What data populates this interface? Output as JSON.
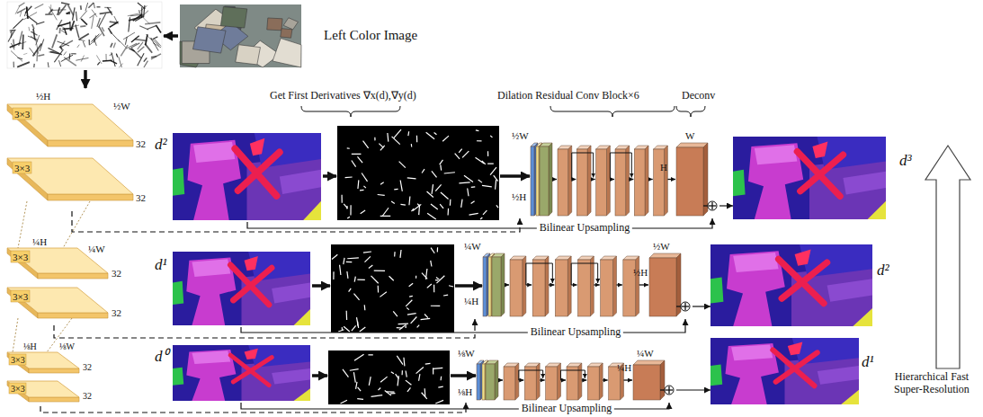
{
  "diagram": {
    "nodes": [
      {
        "text": [
          "Left Color Image"
        ]
      },
      {
        "text": [
          "½H",
          "½W",
          "3×3",
          "3×3",
          "32",
          "32"
        ]
      },
      {
        "text": [
          "d²"
        ]
      },
      {
        "text": [
          "½W",
          "½H",
          "W",
          "H"
        ]
      },
      {
        "text": [
          "d³"
        ]
      },
      {
        "text": [
          "¼H",
          "¼W",
          "3×3",
          "3×3",
          "32",
          "32"
        ]
      },
      {
        "text": [
          "d¹"
        ]
      },
      {
        "text": [
          "¼W",
          "¼H",
          "½W",
          "½H"
        ]
      },
      {
        "text": [
          "d²"
        ]
      },
      {
        "text": [
          "⅛H",
          "⅛W",
          "3×3",
          "3×3",
          "32",
          "32"
        ]
      },
      {
        "text": [
          "d⁰"
        ]
      },
      {
        "text": [
          "⅛W",
          "⅛H",
          "¼W",
          "¼H"
        ]
      },
      {
        "text": [
          "d¹"
        ]
      }
    ],
    "edges": [
      {
        "from": 1,
        "to": 3,
        "arrow": "to"
      },
      {
        "from": 2,
        "to": 3,
        "label": "Bilinear Upsampling",
        "arrow": "to"
      },
      {
        "from": 3,
        "to": 4,
        "arrow": "to"
      },
      {
        "from": 5,
        "to": 7,
        "arrow": "to"
      },
      {
        "from": 6,
        "to": 7,
        "label": "Bilinear Upsampling",
        "arrow": "to"
      },
      {
        "from": 7,
        "to": 8,
        "arrow": "to"
      },
      {
        "from": 9,
        "to": 11,
        "arrow": "to"
      },
      {
        "from": 10,
        "to": 11,
        "label": "Bilinear Upsampling",
        "arrow": "to"
      },
      {
        "from": 11,
        "to": 12,
        "arrow": "to"
      }
    ],
    "labels": [
      "Get First Derivatives ∇x(d),∇y(d)",
      "Dilation Residual Conv Block×6",
      "Deconv",
      "Hierarchical Fast Super-Resolution"
    ]
  }
}
